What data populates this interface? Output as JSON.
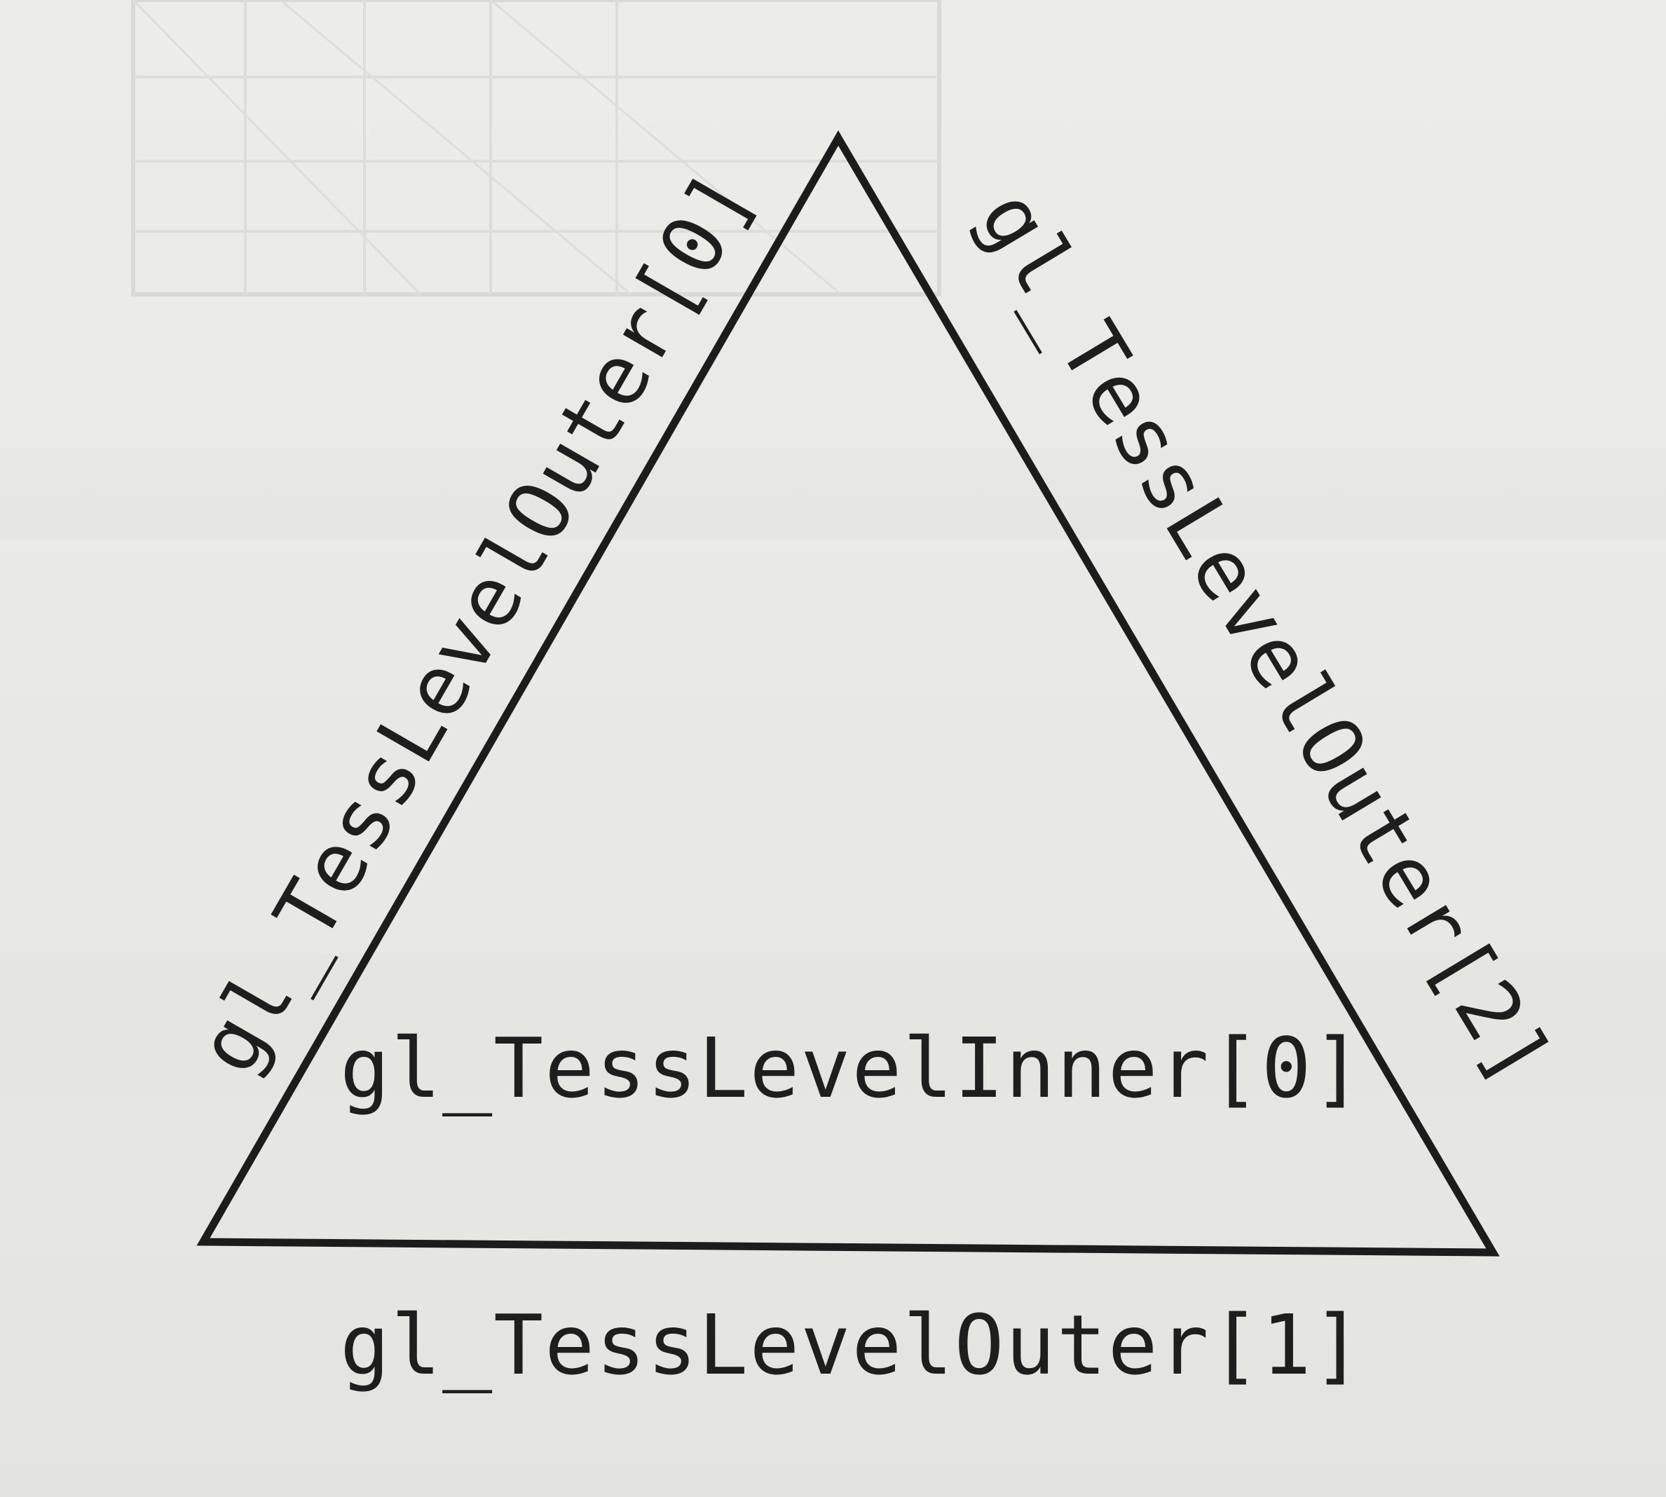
{
  "diagram": {
    "edges": {
      "left": "gl_TessLevelOuter[0]",
      "bottom": "gl_TessLevelOuter[1]",
      "right": "gl_TessLevelOuter[2]"
    },
    "inner": "gl_TessLevelInner[0]"
  }
}
